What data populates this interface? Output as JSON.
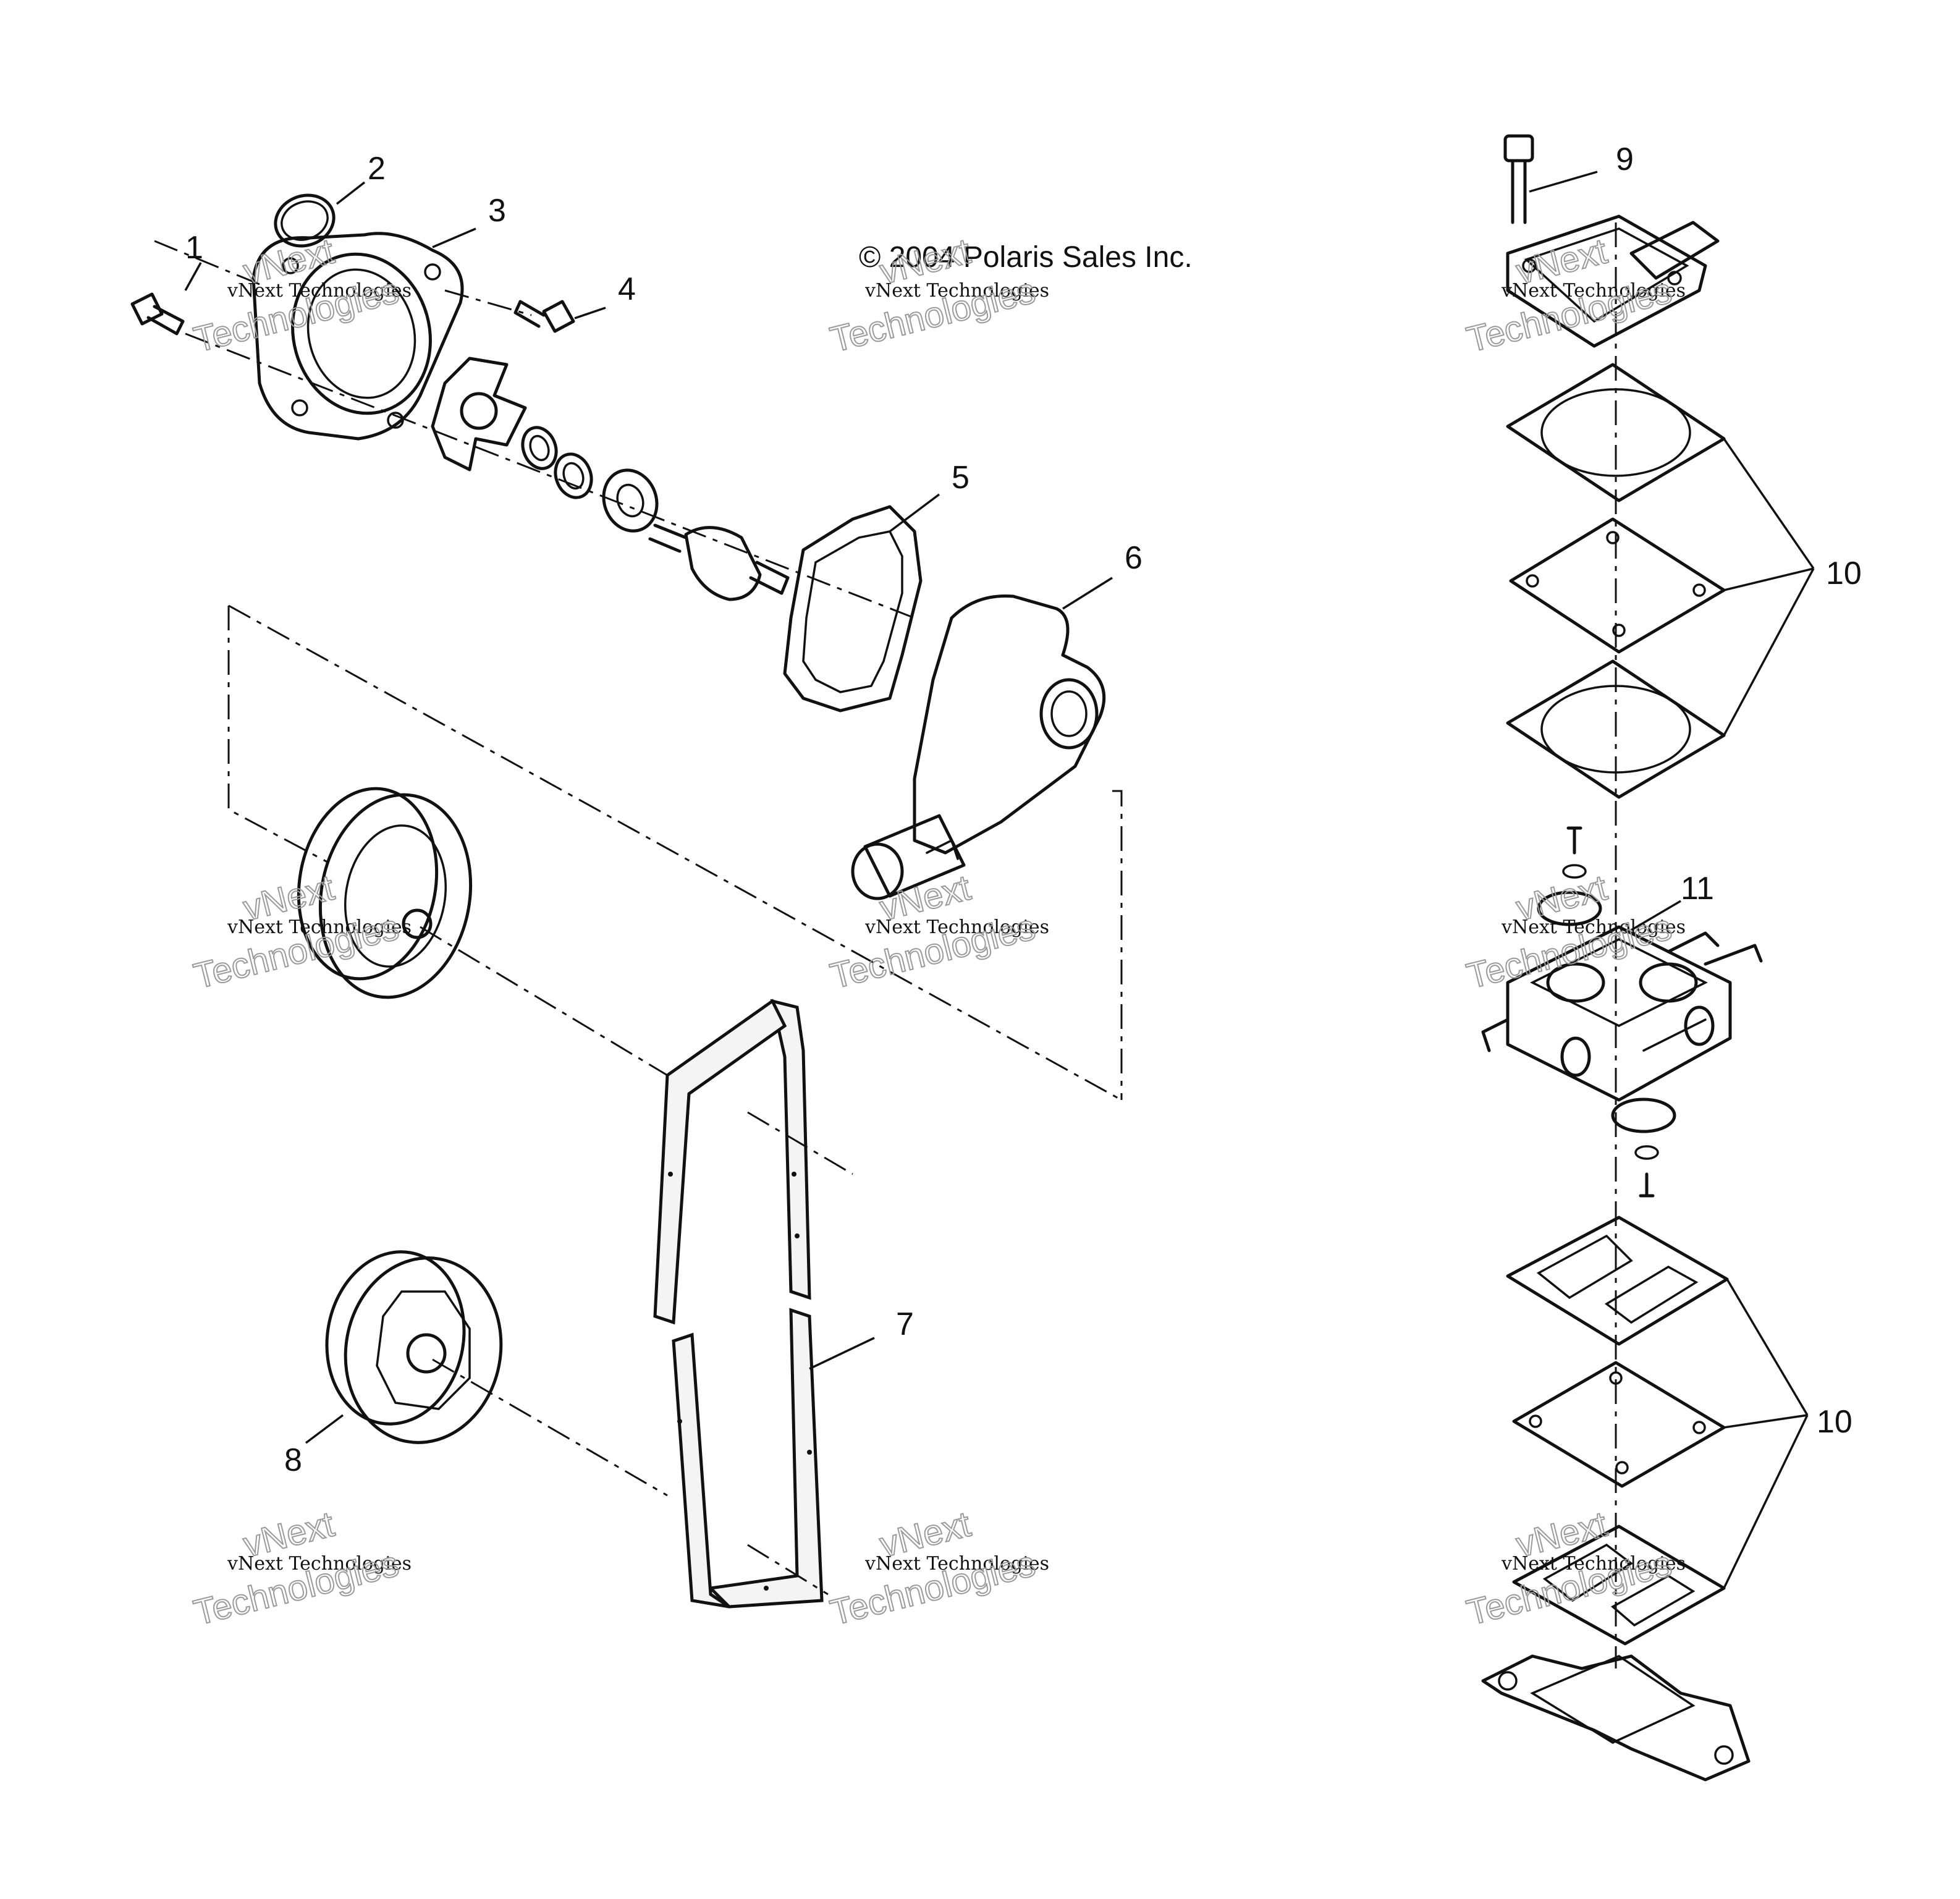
{
  "copyright": "© 2004 Polaris Sales Inc.",
  "watermark": {
    "line1": "vNext Technologies",
    "line2": "vNext",
    "line3": "Technologies"
  },
  "callouts": {
    "c1": "1",
    "c2": "2",
    "c3": "3",
    "c4": "4",
    "c5": "5",
    "c6": "6",
    "c7": "7",
    "c8": "8",
    "c9": "9",
    "c10a": "10",
    "c10b": "10",
    "c11": "11"
  }
}
